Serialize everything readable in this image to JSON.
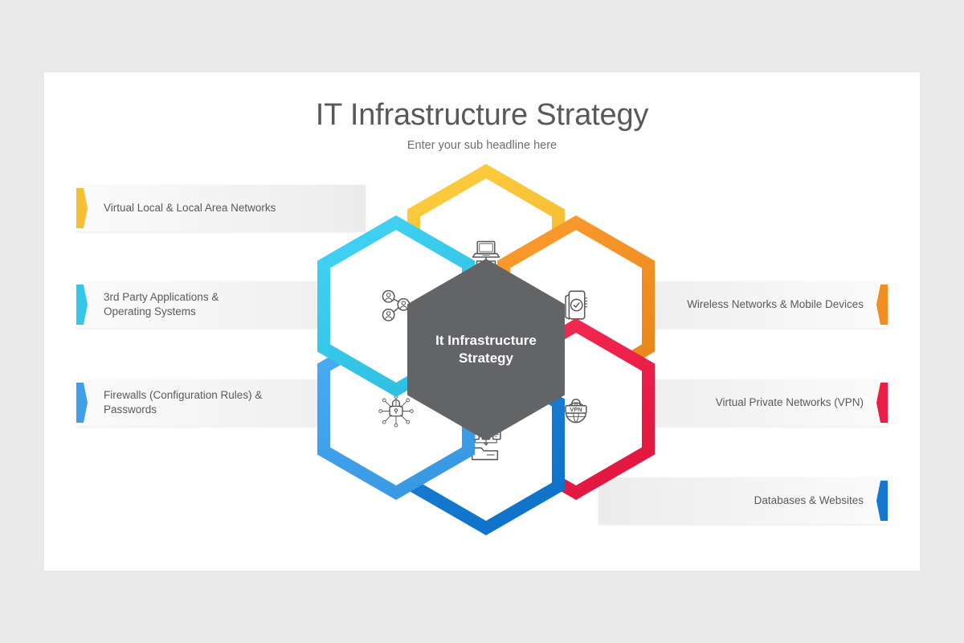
{
  "header": {
    "title": "IT Infrastructure Strategy",
    "subtitle": "Enter your sub headline here"
  },
  "hub": {
    "label": "It Infrastructure\nStrategy",
    "color": "#636466"
  },
  "segments": [
    {
      "id": "vlan",
      "label": "Virtual Local & Local Area Networks",
      "color": "#f5c033",
      "icon": "laptop-network-icon",
      "side": "left",
      "position": "top"
    },
    {
      "id": "wireless",
      "label": "Wireless Networks & Mobile Devices",
      "color": "#ef8f22",
      "icon": "mobile-check-icon",
      "side": "right",
      "position": "upper-right"
    },
    {
      "id": "vpn",
      "label": "Virtual Private Networks (VPN)",
      "color": "#e91e47",
      "icon": "vpn-globe-lock-icon",
      "side": "right",
      "position": "lower-right"
    },
    {
      "id": "databases",
      "label": "Databases & Websites",
      "color": "#1579d0",
      "icon": "folder-documents-icon",
      "side": "right",
      "position": "bottom"
    },
    {
      "id": "firewalls",
      "label": "Firewalls (Configuration Rules) &\nPasswords",
      "color": "#3f9fe8",
      "icon": "cyber-lock-icon",
      "side": "left",
      "position": "lower-left"
    },
    {
      "id": "thirdparty",
      "label": "3rd Party Applications &\nOperating Systems",
      "color": "#35c6e8",
      "icon": "users-network-icon",
      "side": "left",
      "position": "upper-left"
    }
  ]
}
